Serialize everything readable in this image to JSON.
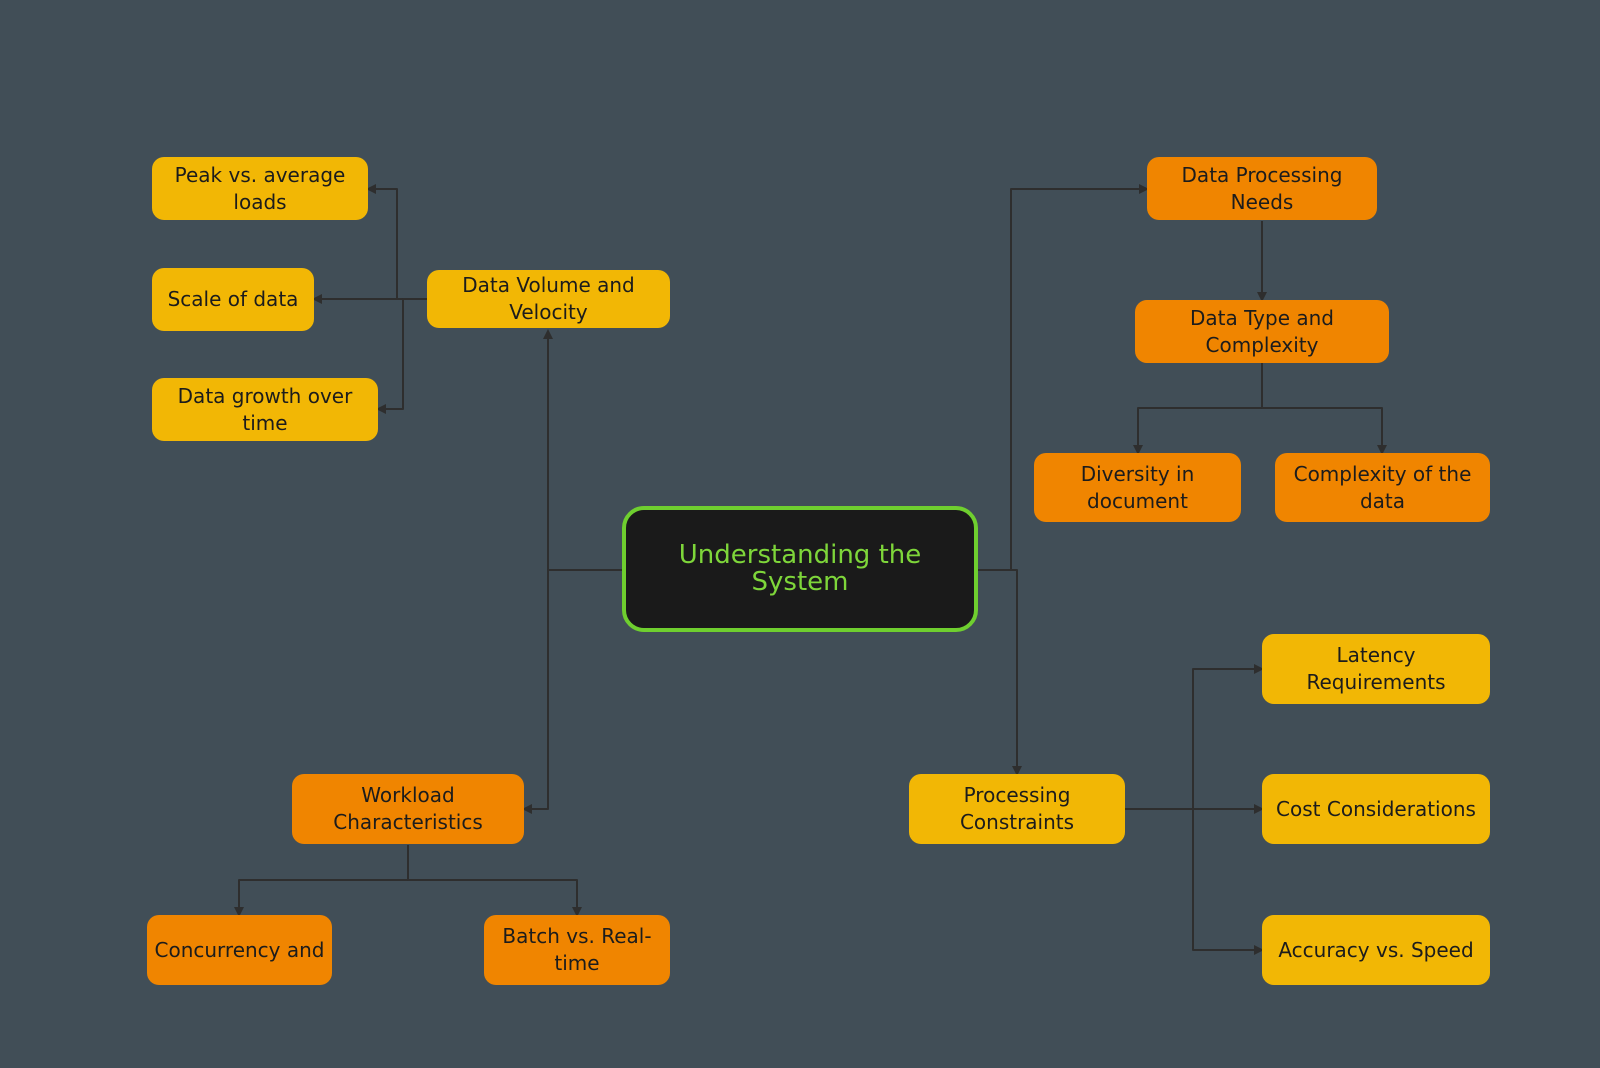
{
  "colors": {
    "background": "#414e57",
    "primary_node": "#f08500",
    "secondary_node": "#f2b705",
    "root_fill": "#1a1a1a",
    "root_accent": "#6fcf2f",
    "edge": "#2e2e2e"
  },
  "nodes": {
    "root": "Understanding the System",
    "data_volume_velocity": "Data Volume and\nVelocity",
    "peak_vs_average": "Peak vs. average\nloads",
    "scale_of_data": "Scale of data",
    "data_growth": "Data growth over time",
    "data_processing_needs": "Data Processing Needs",
    "data_type_complexity": "Data Type and Complexity",
    "diversity_in_document": "Diversity in\ndocument",
    "complexity_of_data": "Complexity of the\ndata",
    "workload_characteristics": "Workload\nCharacteristics",
    "concurrency": "Concurrency and",
    "batch_vs_realtime": "Batch vs. Real-time",
    "processing_constraints": "Processing\nConstraints",
    "latency_requirements": "Latency Requirements",
    "cost_considerations": "Cost Considerations",
    "accuracy_vs_speed": "Accuracy vs. Speed"
  }
}
